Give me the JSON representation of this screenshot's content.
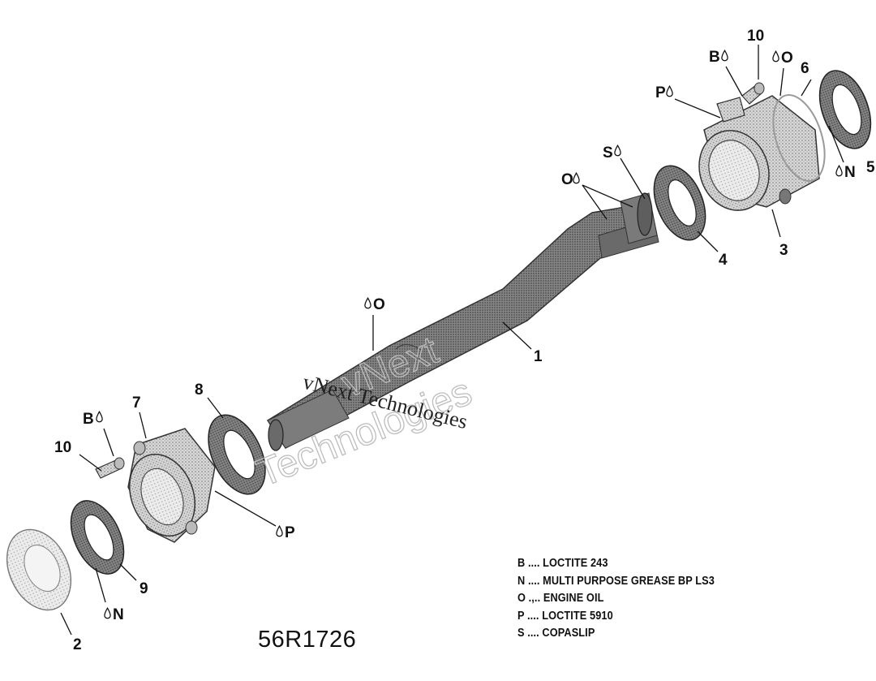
{
  "callouts": {
    "c1": "1",
    "c2": "2",
    "c3": "3",
    "c4": "4",
    "c5": "5",
    "c6": "6",
    "c7": "7",
    "c8": "8",
    "c9": "9",
    "c10a": "10",
    "c10b": "10"
  },
  "product_codes": {
    "B": "B",
    "N": "N",
    "O": "O",
    "P": "P",
    "S": "S"
  },
  "legend": [
    {
      "code": "B",
      "text": "LOCTITE 243"
    },
    {
      "code": "N",
      "text": "MULTI PURPOSE GREASE BP LS3"
    },
    {
      "code": "O",
      "text": "ENGINE OIL"
    },
    {
      "code": "P",
      "text": "LOCTITE 5910"
    },
    {
      "code": "S",
      "text": "COPASLIP"
    }
  ],
  "legend_separator_long": "....",
  "legend_separator_comma": ".,..",
  "diagram_id": "56R1726",
  "watermark": {
    "line_small": "vNext Technologies",
    "line_large_1": "vNext",
    "line_large_2": "Technologies"
  },
  "colors": {
    "part_dark": "#6e6e6e",
    "part_mid": "#9a9a9a",
    "part_light": "#cfcfcf",
    "ink": "#111111"
  }
}
